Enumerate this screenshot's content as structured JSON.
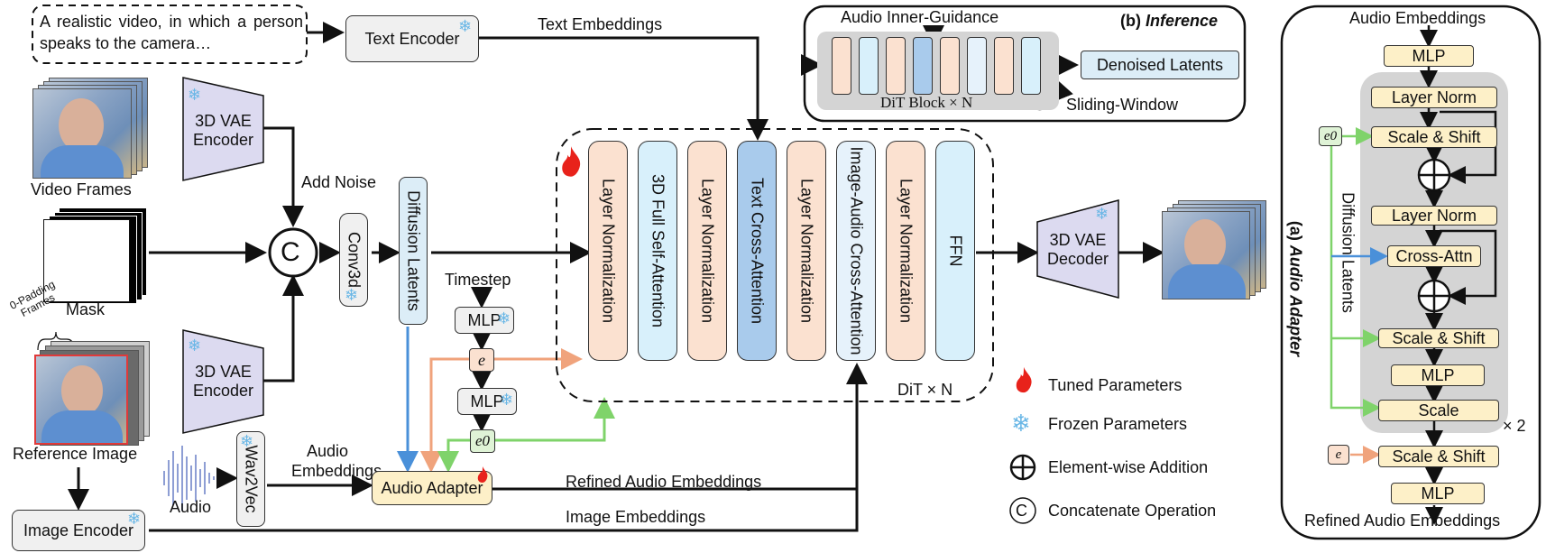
{
  "prompt": {
    "text": "A realistic video, in which a person speaks to the camera…"
  },
  "encoders": {
    "text_encoder": "Text Encoder",
    "vae_encoder": "3D VAE Encoder",
    "vae_decoder": "3D VAE Decoder",
    "image_encoder": "Image Encoder",
    "wav2vec": "Wav2Vec",
    "conv3d": "Conv3d"
  },
  "labels": {
    "text_embeddings": "Text Embeddings",
    "video_frames": "Video Frames",
    "add_noise": "Add Noise",
    "mask": "Mask",
    "padding_frames": "0-Padding Frames",
    "reference_image": "Reference Image",
    "audio": "Audio",
    "audio_embeddings": "Audio Embeddings",
    "diffusion_latents": "Diffusion Latents",
    "timestep": "Timestep",
    "mlp": "MLP",
    "e": "e",
    "e0": "e0",
    "audio_adapter": "Audio Adapter",
    "refined_audio_embeddings": "Refined Audio Embeddings",
    "image_embeddings": "Image Embeddings",
    "concat": "C"
  },
  "dit": {
    "columns": [
      {
        "label": "Layer Normalization",
        "color": "#fbe1d0"
      },
      {
        "label": "3D Full Self-Attention",
        "color": "#d8f0fb"
      },
      {
        "label": "Layer Normalization",
        "color": "#fbe1d0"
      },
      {
        "label": "Text Cross-Attention",
        "color": "#a9cbec"
      },
      {
        "label": "Layer Normalization",
        "color": "#fbe1d0"
      },
      {
        "label": "Image-Audio Cross-Attention",
        "color": "#e6f2fb"
      },
      {
        "label": "Layer Normalization",
        "color": "#fbe1d0"
      },
      {
        "label": "FFN",
        "color": "#d8f0fb"
      }
    ],
    "repeat": "DiT × N"
  },
  "inference": {
    "title_prefix": "(b)",
    "title": "Inference",
    "guidance": "Audio Inner-Guidance",
    "block": "DiT Block × N",
    "output": "Denoised Latents",
    "sliding": "Sliding-Window"
  },
  "legend": {
    "tuned": "Tuned Parameters",
    "frozen": "Frozen Parameters",
    "addition": "Element-wise Addition",
    "concat": "Concatenate Operation"
  },
  "adapter": {
    "title_prefix": "(a)",
    "title": "Audio Adapter",
    "input": "Audio Embeddings",
    "side_label": "Diffusion Latents",
    "e0": "e0",
    "e": "e",
    "mlp_top": "MLP",
    "layer_norm_1": "Layer Norm",
    "scale_shift_1": "Scale & Shift",
    "layer_norm_2": "Layer Norm",
    "cross_attn": "Cross-Attn",
    "scale_shift_2": "Scale & Shift",
    "mlp_mid": "MLP",
    "scale": "Scale",
    "repeat": "× 2",
    "scale_shift_3": "Scale & Shift",
    "mlp_bottom": "MLP",
    "output": "Refined Audio Embeddings"
  },
  "colors": {
    "peach": "#fbe1d0",
    "light_blue": "#d8f0fb",
    "mid_blue": "#a9cbec",
    "yellow": "#fdf0c8",
    "vae": "#dcdaf0",
    "green_arrow": "#7fd36a",
    "blue_arrow": "#4a90d9",
    "orange_arrow": "#f0a37c"
  }
}
